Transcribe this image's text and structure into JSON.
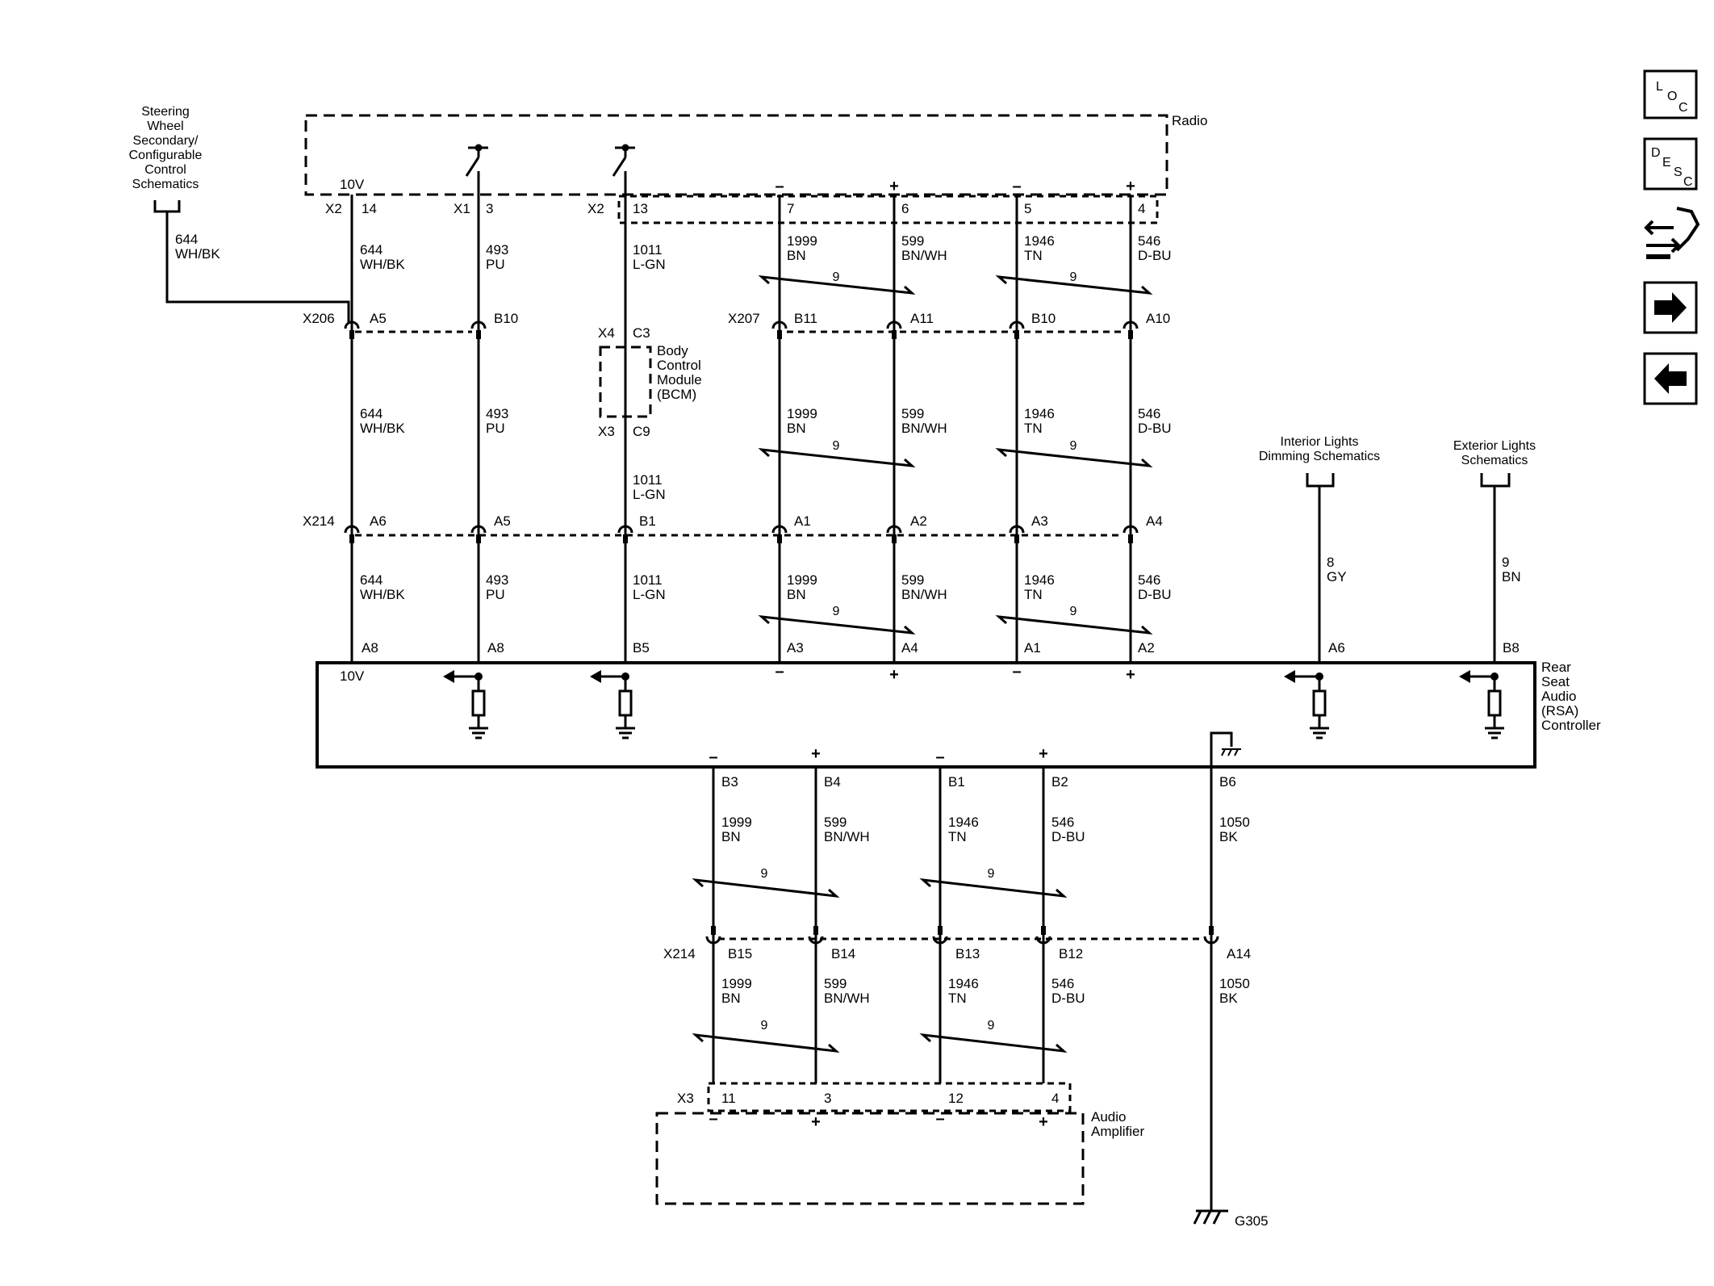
{
  "components": {
    "radio": "Radio",
    "rsa": [
      "Rear",
      "Seat",
      "Audio",
      "(RSA)",
      "Controller"
    ],
    "bcm": [
      "Body",
      "Control",
      "Module",
      "(BCM)"
    ],
    "amp": [
      "Audio",
      "Amplifier"
    ],
    "steering": [
      "Steering",
      "Wheel",
      "Secondary/",
      "Configurable",
      "Control",
      "Schematics"
    ],
    "interior": [
      "Interior Lights",
      "Dimming Schematics"
    ],
    "exterior": [
      "Exterior Lights",
      "Schematics"
    ],
    "ground_label": "G305",
    "voltage": "10V"
  },
  "connectors": {
    "radio_x2": "X2",
    "radio_x1": "X1",
    "radio_x2b": "X2",
    "x206": "X206",
    "x207": "X207",
    "x4": "X4",
    "x3": "X3",
    "x214a": "X214",
    "x214b": "X214",
    "amp_x3": "X3"
  },
  "wires": {
    "steering_in": {
      "circuit": "644",
      "color": "WH/BK"
    },
    "w644": {
      "circuit": "644",
      "color": "WH/BK"
    },
    "w493": {
      "circuit": "493",
      "color": "PU"
    },
    "w1011": {
      "circuit": "1011",
      "color": "L-GN"
    },
    "w1999": {
      "circuit": "1999",
      "color": "BN"
    },
    "w599": {
      "circuit": "599",
      "color": "BN/WH"
    },
    "w1946": {
      "circuit": "1946",
      "color": "TN"
    },
    "w546": {
      "circuit": "546",
      "color": "D-BU"
    },
    "w8": {
      "circuit": "8",
      "color": "GY"
    },
    "w9": {
      "circuit": "9",
      "color": "BN"
    },
    "w1050": {
      "circuit": "1050",
      "color": "BK"
    },
    "twist": "9"
  },
  "pins": {
    "radio": [
      "14",
      "3",
      "13",
      "7",
      "6",
      "5",
      "4"
    ],
    "x206": [
      "A5",
      "B10"
    ],
    "x207": [
      "B11",
      "A11",
      "B10",
      "A10"
    ],
    "bcm": [
      "C3",
      "C9"
    ],
    "x214_top": [
      "A6",
      "A5",
      "B1",
      "A1",
      "A2",
      "A3",
      "A4"
    ],
    "rsa_top": [
      "A8",
      "A8",
      "B5",
      "A3",
      "A4",
      "A1",
      "A2",
      "A6",
      "B8"
    ],
    "rsa_bottom": [
      "B3",
      "B4",
      "B1",
      "B2",
      "B6"
    ],
    "x214_bottom": [
      "B15",
      "B14",
      "B13",
      "B12",
      "A14"
    ],
    "amp": [
      "11",
      "3",
      "12",
      "4"
    ]
  },
  "polarity": {
    "neg": "–",
    "pos": "+"
  },
  "nav": {
    "loc": [
      "L",
      "O",
      "C"
    ],
    "desc": [
      "D",
      "E",
      "S",
      "C"
    ]
  }
}
